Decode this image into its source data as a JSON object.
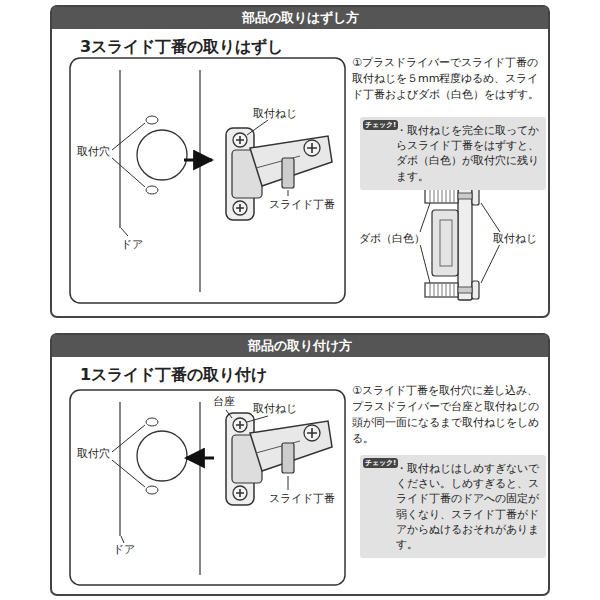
{
  "diagram": {
    "nodes": [
      {
        "text": [
          "部品の取りはずし方",
          "3スライド丁番の取りはずし",
          "①プラスドライバーでスライド丁番の取付ねじを５mm程度ゆるめ、スライド丁番およびダボ（白色）をはずす。"
        ]
      },
      {
        "text": [
          "チェック!",
          "・取付ねじを完全に取ってからスライド丁番をはずすと、ダボ（白色）が取付穴に残ります。"
        ],
        "in": 0
      },
      {
        "text": [
          "部品の取り付け方",
          "1スライド丁番の取り付け",
          "①スライド丁番を取付穴に差し込み、プラスドライバーで台座と取付ねじの頭が同一面になるまで取付ねじをしめる。"
        ]
      },
      {
        "text": [
          "チェック!",
          "・取付ねじはしめすぎないでください。しめすぎると、スライド丁番のドアへの固定が弱くなり、スライド丁番がドアからぬけるおそれがあります。"
        ],
        "in": 2
      }
    ],
    "labels": [
      "取付ねじ",
      "取付穴",
      "スライド丁番",
      "ドア",
      "ダボ（白色）",
      "取付ねじ",
      "台座",
      "取付ねじ",
      "取付穴",
      "スライド丁番",
      "ドア"
    ]
  }
}
